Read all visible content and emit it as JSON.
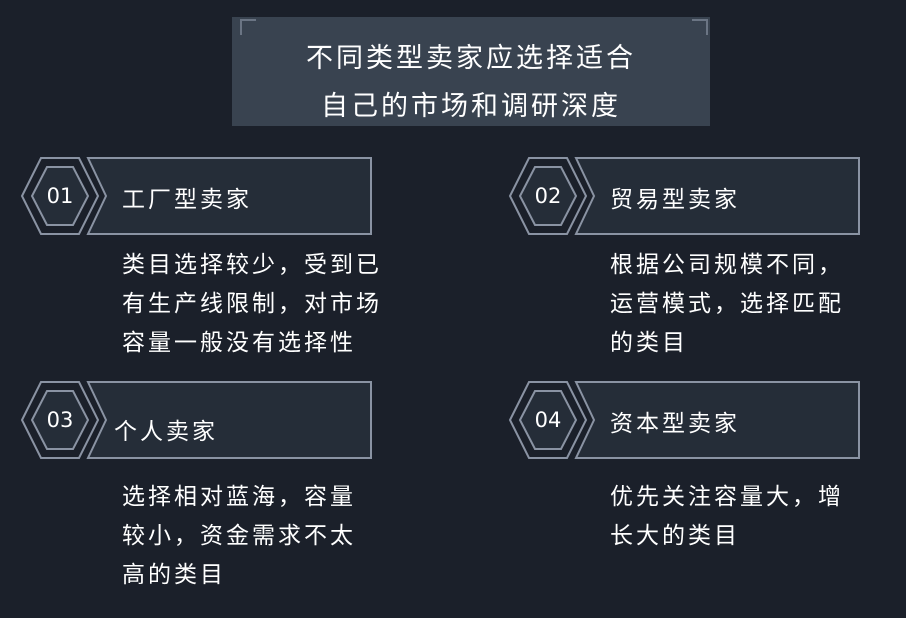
{
  "title": {
    "line1": "不同类型卖家应选择适合",
    "line2": "自己的市场和调研深度"
  },
  "colors": {
    "background": "#1b202a",
    "title_box": "#394350",
    "card_fill": "#252d38",
    "outline": "#8a93a3"
  },
  "cards": [
    {
      "number": "01",
      "title": "工厂型卖家",
      "description": "类目选择较少，受到已\n有生产线限制，对市场\n容量一般没有选择性"
    },
    {
      "number": "02",
      "title": "贸易型卖家",
      "description": "根据公司规模不同，\n运营模式，选择匹配\n的类目"
    },
    {
      "number": "03",
      "title": "个人卖家",
      "description": "选择相对蓝海，容量\n较小，资金需求不太\n高的类目"
    },
    {
      "number": "04",
      "title": "资本型卖家",
      "description": "优先关注容量大，增\n长大的类目"
    }
  ]
}
